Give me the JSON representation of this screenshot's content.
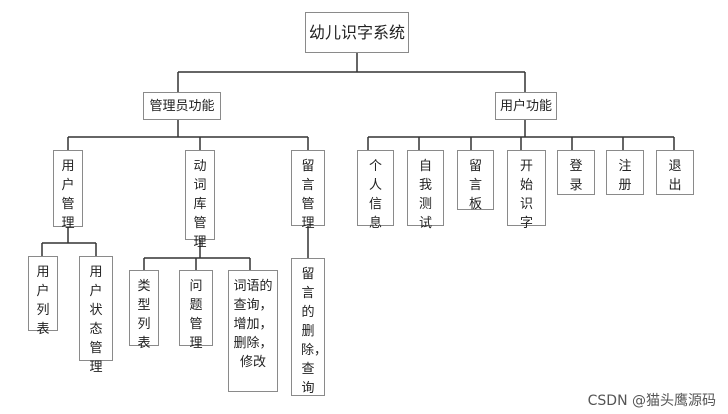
{
  "title": "幼儿识字系统",
  "branches": [
    {
      "label": "管理员功能",
      "children": [
        {
          "label": "用户管理",
          "children": [
            {
              "label": "用户列表"
            },
            {
              "label": "用户状态管理"
            }
          ]
        },
        {
          "label": "动词库管理",
          "children": [
            {
              "label": "类型列表"
            },
            {
              "label": "问题管理"
            },
            {
              "label": "词语的查询，增加，删除，修改"
            }
          ]
        },
        {
          "label": "留言管理",
          "children": [
            {
              "label": "留言的删除，查询"
            }
          ]
        }
      ]
    },
    {
      "label": "用户功能",
      "children": [
        {
          "label": "个人信息"
        },
        {
          "label": "自我测试"
        },
        {
          "label": "留言板"
        },
        {
          "label": "开始识字"
        },
        {
          "label": "登录"
        },
        {
          "label": "注册"
        },
        {
          "label": "退出"
        }
      ]
    }
  ],
  "watermark": "CSDN @猫头鹰源码"
}
